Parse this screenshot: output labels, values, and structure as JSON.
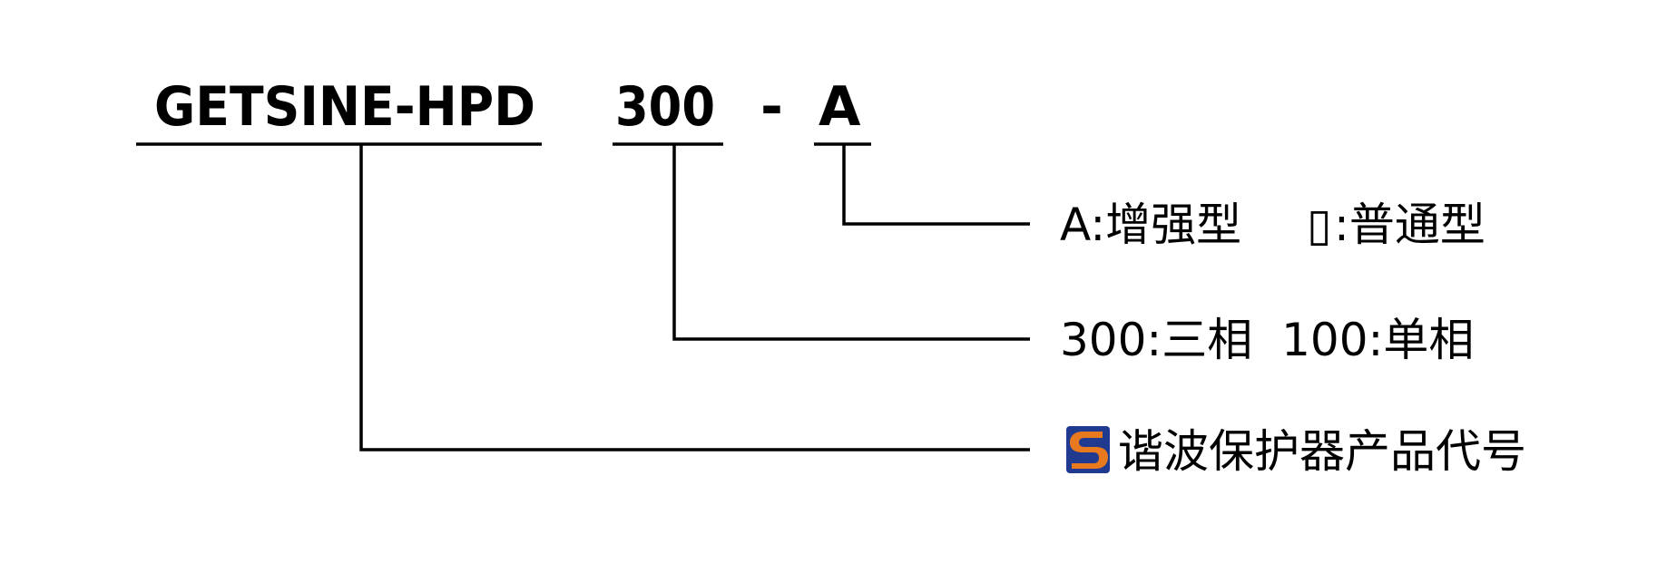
{
  "model_code": {
    "prefix": "GETSINE-HPD",
    "phase": "300",
    "separator": "-",
    "type": "A"
  },
  "legend": {
    "type_desc": "A:增强型",
    "type_alt_symbol": "▯",
    "type_alt_desc": ":普通型",
    "phase_desc": "300:三相  100:单相",
    "product_desc": "谐波保护器产品代号"
  },
  "colors": {
    "text": "#000000",
    "logo_orange": "#e8791e",
    "logo_blue": "#1f3a8f"
  }
}
